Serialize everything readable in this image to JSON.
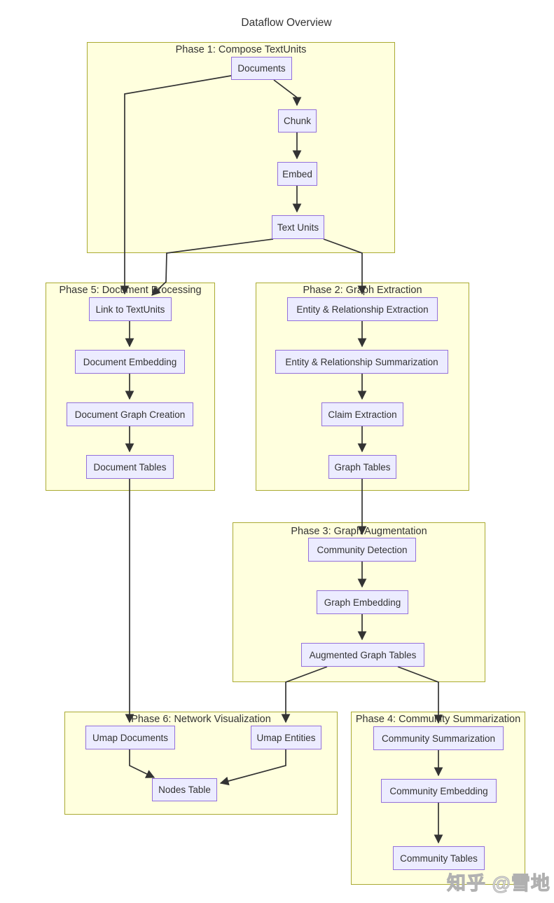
{
  "diagram": {
    "title": "Dataflow Overview",
    "watermark": "知乎 @雪地"
  },
  "colors": {
    "node_fill": "#ECECFF",
    "node_border": "#9370DB",
    "group_fill": "#FFFFDE",
    "group_border": "#AAAA33",
    "edge": "#333333",
    "text": "#333333",
    "background": "#FFFFFF"
  },
  "groups": [
    {
      "id": "phase1",
      "label": "Phase 1: Compose TextUnits"
    },
    {
      "id": "phase5",
      "label": "Phase 5: Document Processing"
    },
    {
      "id": "phase2",
      "label": "Phase 2: Graph Extraction"
    },
    {
      "id": "phase3",
      "label": "Phase 3: Graph Augmentation"
    },
    {
      "id": "phase6",
      "label": "Phase 6: Network Visualization"
    },
    {
      "id": "phase4",
      "label": "Phase 4: Community Summarization"
    }
  ],
  "nodes": [
    {
      "id": "documents",
      "label": "Documents"
    },
    {
      "id": "chunk",
      "label": "Chunk"
    },
    {
      "id": "embed",
      "label": "Embed"
    },
    {
      "id": "text-units",
      "label": "Text Units"
    },
    {
      "id": "link-to-textunits",
      "label": "Link to TextUnits"
    },
    {
      "id": "document-embedding",
      "label": "Document Embedding"
    },
    {
      "id": "document-graph-creation",
      "label": "Document Graph Creation"
    },
    {
      "id": "document-tables",
      "label": "Document Tables"
    },
    {
      "id": "er-extraction",
      "label": "Entity & Relationship Extraction"
    },
    {
      "id": "er-summarization",
      "label": "Entity & Relationship Summarization"
    },
    {
      "id": "claim-extraction",
      "label": "Claim Extraction"
    },
    {
      "id": "graph-tables",
      "label": "Graph Tables"
    },
    {
      "id": "community-detection",
      "label": "Community Detection"
    },
    {
      "id": "graph-embedding",
      "label": "Graph Embedding"
    },
    {
      "id": "augmented-graph-tables",
      "label": "Augmented Graph Tables"
    },
    {
      "id": "umap-documents",
      "label": "Umap Documents"
    },
    {
      "id": "umap-entities",
      "label": "Umap Entities"
    },
    {
      "id": "nodes-table",
      "label": "Nodes Table"
    },
    {
      "id": "community-summarization",
      "label": "Community Summarization"
    },
    {
      "id": "community-embedding",
      "label": "Community Embedding"
    },
    {
      "id": "community-tables",
      "label": "Community Tables"
    }
  ],
  "edges": [
    {
      "from": "documents",
      "to": "chunk"
    },
    {
      "from": "documents",
      "to": "link-to-textunits"
    },
    {
      "from": "chunk",
      "to": "embed"
    },
    {
      "from": "embed",
      "to": "text-units"
    },
    {
      "from": "text-units",
      "to": "link-to-textunits"
    },
    {
      "from": "text-units",
      "to": "er-extraction"
    },
    {
      "from": "link-to-textunits",
      "to": "document-embedding"
    },
    {
      "from": "document-embedding",
      "to": "document-graph-creation"
    },
    {
      "from": "document-graph-creation",
      "to": "document-tables"
    },
    {
      "from": "document-tables",
      "to": "umap-documents"
    },
    {
      "from": "er-extraction",
      "to": "er-summarization"
    },
    {
      "from": "er-summarization",
      "to": "claim-extraction"
    },
    {
      "from": "claim-extraction",
      "to": "graph-tables"
    },
    {
      "from": "graph-tables",
      "to": "community-detection"
    },
    {
      "from": "community-detection",
      "to": "graph-embedding"
    },
    {
      "from": "graph-embedding",
      "to": "augmented-graph-tables"
    },
    {
      "from": "augmented-graph-tables",
      "to": "umap-entities"
    },
    {
      "from": "augmented-graph-tables",
      "to": "community-summarization"
    },
    {
      "from": "umap-documents",
      "to": "nodes-table"
    },
    {
      "from": "umap-entities",
      "to": "nodes-table"
    },
    {
      "from": "community-summarization",
      "to": "community-embedding"
    },
    {
      "from": "community-embedding",
      "to": "community-tables"
    }
  ]
}
